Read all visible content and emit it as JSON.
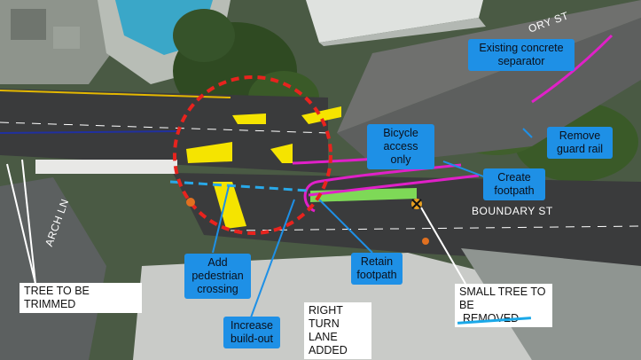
{
  "street_labels": {
    "boundary_st": "BOUNDARY ST",
    "arch_ln": "ARCH LN",
    "victory_st_partial": "ORY ST"
  },
  "callouts": {
    "existing_concrete_separator": "Existing concrete separator",
    "remove_guard_rail": "Remove guard rail",
    "bicycle_access_only": "Bicycle access only",
    "create_footpath": "Create footpath",
    "add_pedestrian_crossing": "Add pedestrian crossing",
    "retain_footpath": "Retain footpath",
    "increase_build_out": "Increase build-out"
  },
  "notes": {
    "tree_to_be_trimmed": "TREE TO BE TRIMMED",
    "small_tree_removed_line1": "SMALL TREE TO BE",
    "small_tree_removed_line2": "REMOVED",
    "right_turn_lane_line1": "RIGHT TURN",
    "right_turn_lane_line2": "LANE ADDED"
  },
  "colors": {
    "callout_blue": "#1e90e6",
    "separator_magenta": "#e020c8",
    "footpath_green": "#7ed957",
    "crossing_blue": "#29a8e8",
    "island_yellow": "#f5e400",
    "circle_red": "#e8231e"
  }
}
